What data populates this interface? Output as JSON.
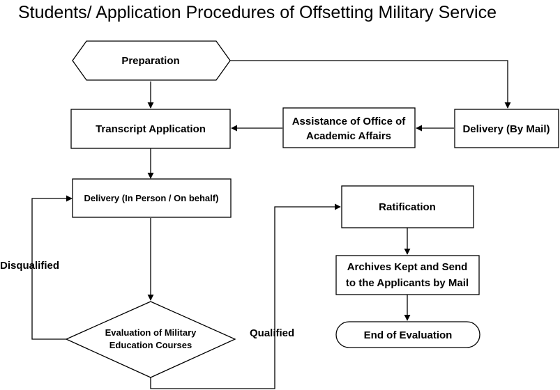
{
  "title": "Students/ Application Procedures of Offsetting Military Service",
  "nodes": {
    "preparation": "Preparation",
    "transcript_application": "Transcript Application",
    "assistance_line1": "Assistance of Office of",
    "assistance_line2": "Academic Affairs",
    "delivery_mail": "Delivery (By Mail)",
    "delivery_person": "Delivery (In Person / On behalf)",
    "ratification": "Ratification",
    "archives_line1": "Archives Kept and Send",
    "archives_line2": "to the Applicants by Mail",
    "evaluation_line1": "Evaluation of Military",
    "evaluation_line2": "Education Courses",
    "end": "End of Evaluation"
  },
  "edge_labels": {
    "disqualified": "Disqualified",
    "qualified": "Qualified"
  }
}
